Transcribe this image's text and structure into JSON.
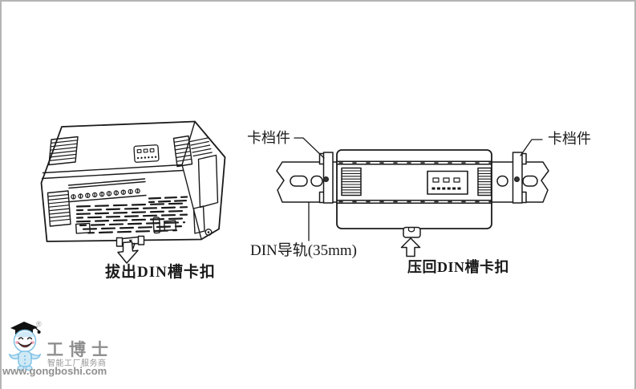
{
  "figures": {
    "left": {
      "caption": "拔出DIN槽卡扣"
    },
    "right": {
      "left_clip_label": "卡档件",
      "right_clip_label": "卡档件",
      "rail_label": "DIN导轨(35mm)",
      "caption": "压回DIN槽卡扣"
    }
  },
  "logo": {
    "registered": "®",
    "brand": "工博士",
    "tagline": "智能工厂服务商",
    "website": "www.gongboshi.com"
  },
  "colors": {
    "line": "#1a1a1a",
    "page_border": "#b5b5b5",
    "logo_text": "#8f8f8f",
    "mascot_fill": "#cfe9f7",
    "mascot_outline": "#7fc2e5",
    "cheek_pink": "#f5a7b8",
    "cap_black": "#111111"
  }
}
